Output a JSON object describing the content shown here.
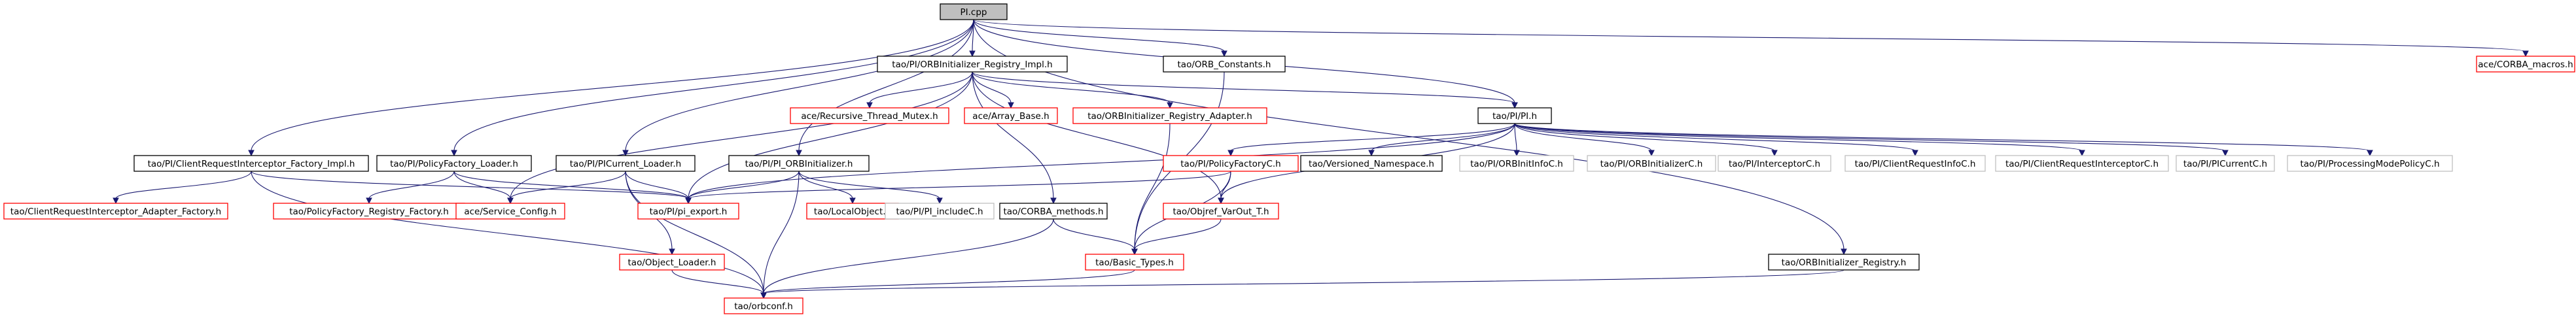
{
  "colors": {
    "edge": "#191970",
    "text": "#000000",
    "border_black": "#000000",
    "border_red": "#ff0000",
    "border_grey": "#bfbfbf",
    "root_fill": "#bfbfbf",
    "node_fill": "#ffffff"
  },
  "nodes": [
    {
      "id": "pi_cpp",
      "label": "PI.cpp",
      "border": "root"
    },
    {
      "id": "orbinit_registry_impl",
      "label": "tao/PI/ORBInitializer_Registry_Impl.h",
      "border": "black"
    },
    {
      "id": "orb_constants",
      "label": "tao/ORB_Constants.h",
      "border": "black"
    },
    {
      "id": "corba_macros",
      "label": "ace/CORBA_macros.h",
      "border": "red"
    },
    {
      "id": "recursive_mutex",
      "label": "ace/Recursive_Thread_Mutex.h",
      "border": "red"
    },
    {
      "id": "array_base",
      "label": "ace/Array_Base.h",
      "border": "red"
    },
    {
      "id": "orbinit_registry_adapter",
      "label": "tao/ORBInitializer_Registry_Adapter.h",
      "border": "red"
    },
    {
      "id": "pi_h",
      "label": "tao/PI/PI.h",
      "border": "black"
    },
    {
      "id": "client_req_interceptor_factory_impl",
      "label": "tao/PI/ClientRequestInterceptor_Factory_Impl.h",
      "border": "black"
    },
    {
      "id": "policy_factory_loader",
      "label": "tao/PI/PolicyFactory_Loader.h",
      "border": "black"
    },
    {
      "id": "picurrent_loader",
      "label": "tao/PI/PICurrent_Loader.h",
      "border": "black"
    },
    {
      "id": "pi_orbinitializer",
      "label": "tao/PI/PI_ORBInitializer.h",
      "border": "black"
    },
    {
      "id": "policy_factory_c",
      "label": "tao/PI/PolicyFactoryC.h",
      "border": "red"
    },
    {
      "id": "versioned_namespace",
      "label": "tao/Versioned_Namespace.h",
      "border": "black"
    },
    {
      "id": "orbinitinfo_c",
      "label": "tao/PI/ORBInitInfoC.h",
      "border": "grey"
    },
    {
      "id": "orbinitializer_c",
      "label": "tao/PI/ORBInitializerC.h",
      "border": "grey"
    },
    {
      "id": "interceptor_c",
      "label": "tao/PI/InterceptorC.h",
      "border": "grey"
    },
    {
      "id": "client_request_info_c",
      "label": "tao/PI/ClientRequestInfoC.h",
      "border": "grey"
    },
    {
      "id": "client_request_interceptor_c",
      "label": "tao/PI/ClientRequestInterceptorC.h",
      "border": "grey"
    },
    {
      "id": "picurrent_c",
      "label": "tao/PI/PICurrentC.h",
      "border": "grey"
    },
    {
      "id": "processing_mode_policy_c",
      "label": "tao/PI/ProcessingModePolicyC.h",
      "border": "grey"
    },
    {
      "id": "client_req_interceptor_adapter_factory",
      "label": "tao/ClientRequestInterceptor_Adapter_Factory.h",
      "border": "red"
    },
    {
      "id": "policy_factory_registry_factory",
      "label": "tao/PolicyFactory_Registry_Factory.h",
      "border": "red"
    },
    {
      "id": "service_config",
      "label": "ace/Service_Config.h",
      "border": "red"
    },
    {
      "id": "pi_export",
      "label": "tao/PI/pi_export.h",
      "border": "red"
    },
    {
      "id": "local_object",
      "label": "tao/LocalObject.h",
      "border": "red"
    },
    {
      "id": "pi_include_c",
      "label": "tao/PI/PI_includeC.h",
      "border": "grey"
    },
    {
      "id": "corba_methods",
      "label": "tao/CORBA_methods.h",
      "border": "black"
    },
    {
      "id": "objref_varout",
      "label": "tao/Objref_VarOut_T.h",
      "border": "red"
    },
    {
      "id": "object_loader",
      "label": "tao/Object_Loader.h",
      "border": "red"
    },
    {
      "id": "basic_types",
      "label": "tao/Basic_Types.h",
      "border": "red"
    },
    {
      "id": "orbinit_registry",
      "label": "tao/ORBInitializer_Registry.h",
      "border": "black"
    },
    {
      "id": "orbconf",
      "label": "tao/orbconf.h",
      "border": "red"
    }
  ],
  "edges": [
    [
      "pi_cpp",
      "orbinit_registry_impl"
    ],
    [
      "pi_cpp",
      "orb_constants"
    ],
    [
      "pi_cpp",
      "corba_macros"
    ],
    [
      "pi_cpp",
      "pi_h"
    ],
    [
      "pi_cpp",
      "client_req_interceptor_factory_impl"
    ],
    [
      "pi_cpp",
      "policy_factory_loader"
    ],
    [
      "pi_cpp",
      "picurrent_loader"
    ],
    [
      "pi_cpp",
      "pi_orbinitializer"
    ],
    [
      "pi_cpp",
      "orbinit_registry"
    ],
    [
      "orbinit_registry_impl",
      "recursive_mutex"
    ],
    [
      "orbinit_registry_impl",
      "array_base"
    ],
    [
      "orbinit_registry_impl",
      "orbinit_registry_adapter"
    ],
    [
      "orbinit_registry_impl",
      "pi_export"
    ],
    [
      "orbinit_registry_impl",
      "service_config"
    ],
    [
      "orbinit_registry_impl",
      "corba_methods"
    ],
    [
      "orbinit_registry_impl",
      "objref_varout"
    ],
    [
      "orbinit_registry_impl",
      "pi_h"
    ],
    [
      "orb_constants",
      "basic_types"
    ],
    [
      "orbinit_registry_adapter",
      "basic_types"
    ],
    [
      "pi_h",
      "pi_export"
    ],
    [
      "pi_h",
      "policy_factory_c"
    ],
    [
      "pi_h",
      "versioned_namespace"
    ],
    [
      "pi_h",
      "orbinitinfo_c"
    ],
    [
      "pi_h",
      "orbinitializer_c"
    ],
    [
      "pi_h",
      "interceptor_c"
    ],
    [
      "pi_h",
      "client_request_info_c"
    ],
    [
      "pi_h",
      "client_request_interceptor_c"
    ],
    [
      "pi_h",
      "picurrent_c"
    ],
    [
      "pi_h",
      "processing_mode_policy_c"
    ],
    [
      "pi_h",
      "objref_varout"
    ],
    [
      "client_req_interceptor_factory_impl",
      "client_req_interceptor_adapter_factory"
    ],
    [
      "client_req_interceptor_factory_impl",
      "pi_export"
    ],
    [
      "client_req_interceptor_factory_impl",
      "orbconf"
    ],
    [
      "policy_factory_loader",
      "policy_factory_registry_factory"
    ],
    [
      "policy_factory_loader",
      "service_config"
    ],
    [
      "policy_factory_loader",
      "pi_export"
    ],
    [
      "picurrent_loader",
      "service_config"
    ],
    [
      "picurrent_loader",
      "pi_export"
    ],
    [
      "picurrent_loader",
      "object_loader"
    ],
    [
      "picurrent_loader",
      "orbconf"
    ],
    [
      "pi_orbinitializer",
      "pi_export"
    ],
    [
      "pi_orbinitializer",
      "local_object"
    ],
    [
      "pi_orbinitializer",
      "pi_include_c"
    ],
    [
      "pi_orbinitializer",
      "orbconf"
    ],
    [
      "policy_factory_c",
      "pi_export"
    ],
    [
      "policy_factory_c",
      "objref_varout"
    ],
    [
      "policy_factory_c",
      "basic_types"
    ],
    [
      "corba_methods",
      "basic_types"
    ],
    [
      "corba_methods",
      "orbconf"
    ],
    [
      "objref_varout",
      "basic_types"
    ],
    [
      "object_loader",
      "orbconf"
    ],
    [
      "basic_types",
      "orbconf"
    ],
    [
      "orbinit_registry",
      "orbconf"
    ]
  ]
}
